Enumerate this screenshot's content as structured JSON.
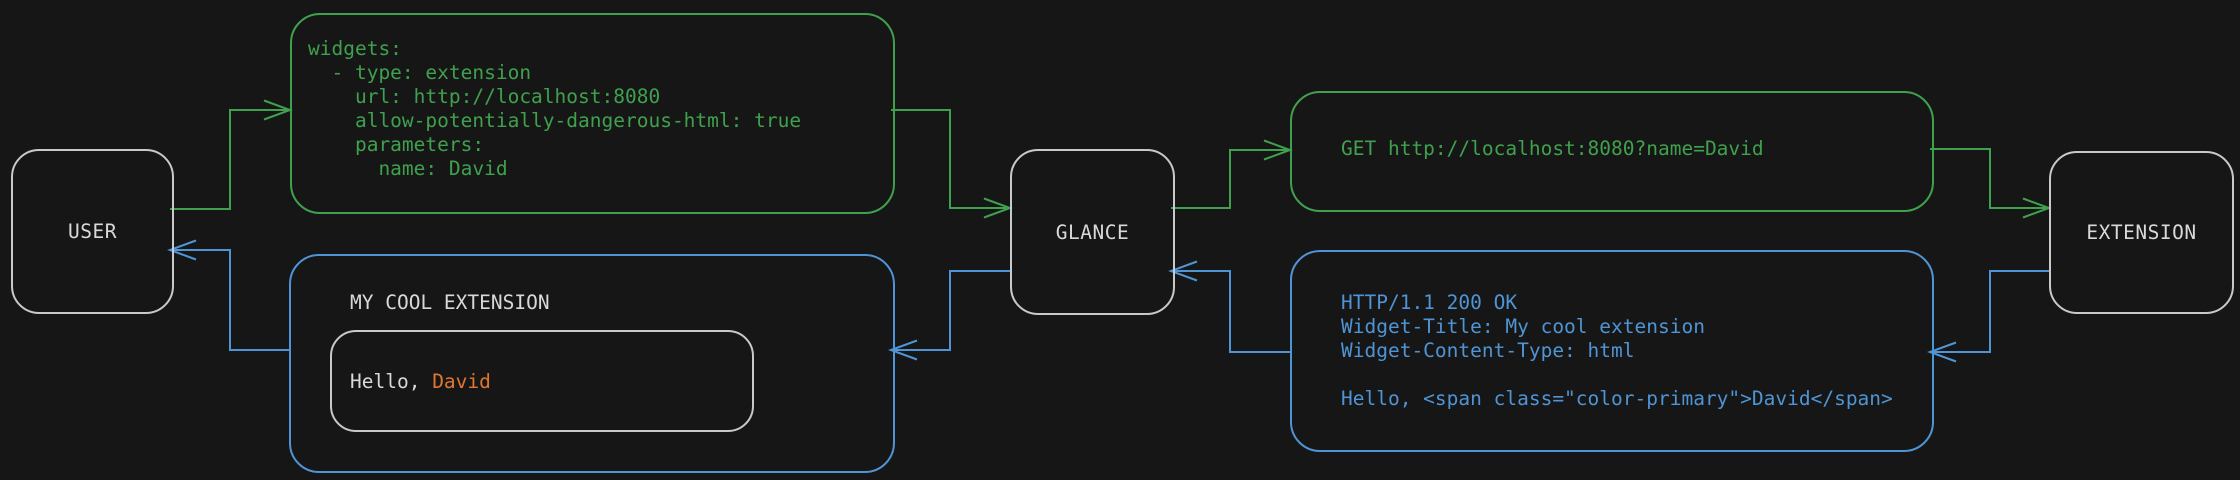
{
  "colors": {
    "bg": "#161616",
    "green": "#3fa14d",
    "blue": "#4f94d4",
    "orange": "#e0762f",
    "border": "#c9c9c9",
    "text": "#d9d9d9"
  },
  "nodes": {
    "user": {
      "label": "USER"
    },
    "glance": {
      "label": "GLANCE"
    },
    "extension": {
      "label": "EXTENSION"
    }
  },
  "config_box": {
    "code": "widgets:\n  - type: extension\n    url: http://localhost:8080\n    allow-potentially-dangerous-html: true\n    parameters:\n      name: David"
  },
  "request_box": {
    "code": "GET http://localhost:8080?name=David"
  },
  "response_box": {
    "code": "HTTP/1.1 200 OK\nWidget-Title: My cool extension\nWidget-Content-Type: html\n\nHello, <span class=\"color-primary\">David</span>"
  },
  "widget_box": {
    "title": "MY COOL EXTENSION",
    "greeting_prefix": "Hello, ",
    "greeting_name": "David"
  }
}
